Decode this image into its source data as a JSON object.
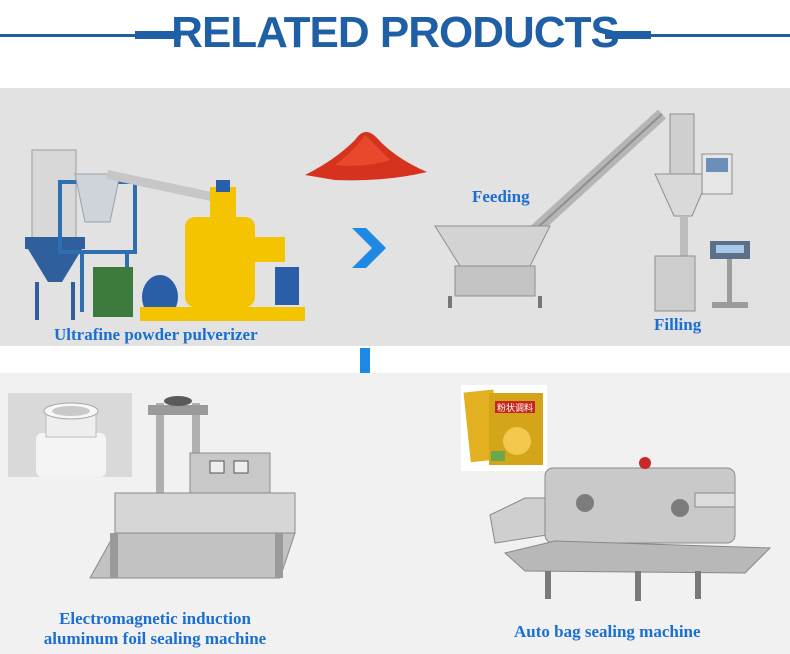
{
  "header": {
    "title": "RELATED PRODUCTS",
    "accent_color": "#1f5fa5"
  },
  "label_color": "#1a6fd1",
  "arrow_color": "#1e88e5",
  "products": {
    "pulverizer": "Ultrafine powder pulverizer",
    "feeding": "Feeding",
    "filling": "Filling",
    "sealing_line1": "Electromagnetic induction",
    "sealing_line2": "aluminum foil sealing machine",
    "bag_sealer": "Auto bag sealing machine"
  },
  "packet_text": "粉状调料"
}
